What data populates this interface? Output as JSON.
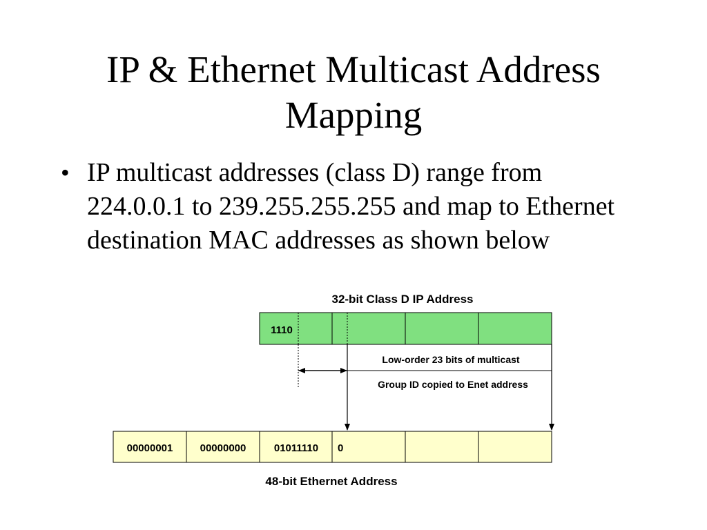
{
  "slide": {
    "title_line1": "IP & Ethernet Multicast Address",
    "title_line2": "Mapping",
    "bullet_symbol": "•",
    "bullet_text": "IP multicast addresses (class D) range from 224.0.0.1 to 239.255.255.255 and map to Ethernet destination MAC addresses as shown below"
  },
  "diagram": {
    "ip_label": "32-bit Class D IP Address",
    "ip_prefix": "1110",
    "copy_label_1": "Low-order 23 bits of multicast",
    "copy_label_2": "Group ID copied to Enet address",
    "eth_fields": [
      "00000001",
      "00000000",
      "01011110",
      "0"
    ],
    "eth_label": "48-bit Ethernet Address",
    "colors": {
      "ip_fill": "#80e080",
      "eth_fill": "#ffffcc",
      "stroke": "#000000"
    }
  }
}
